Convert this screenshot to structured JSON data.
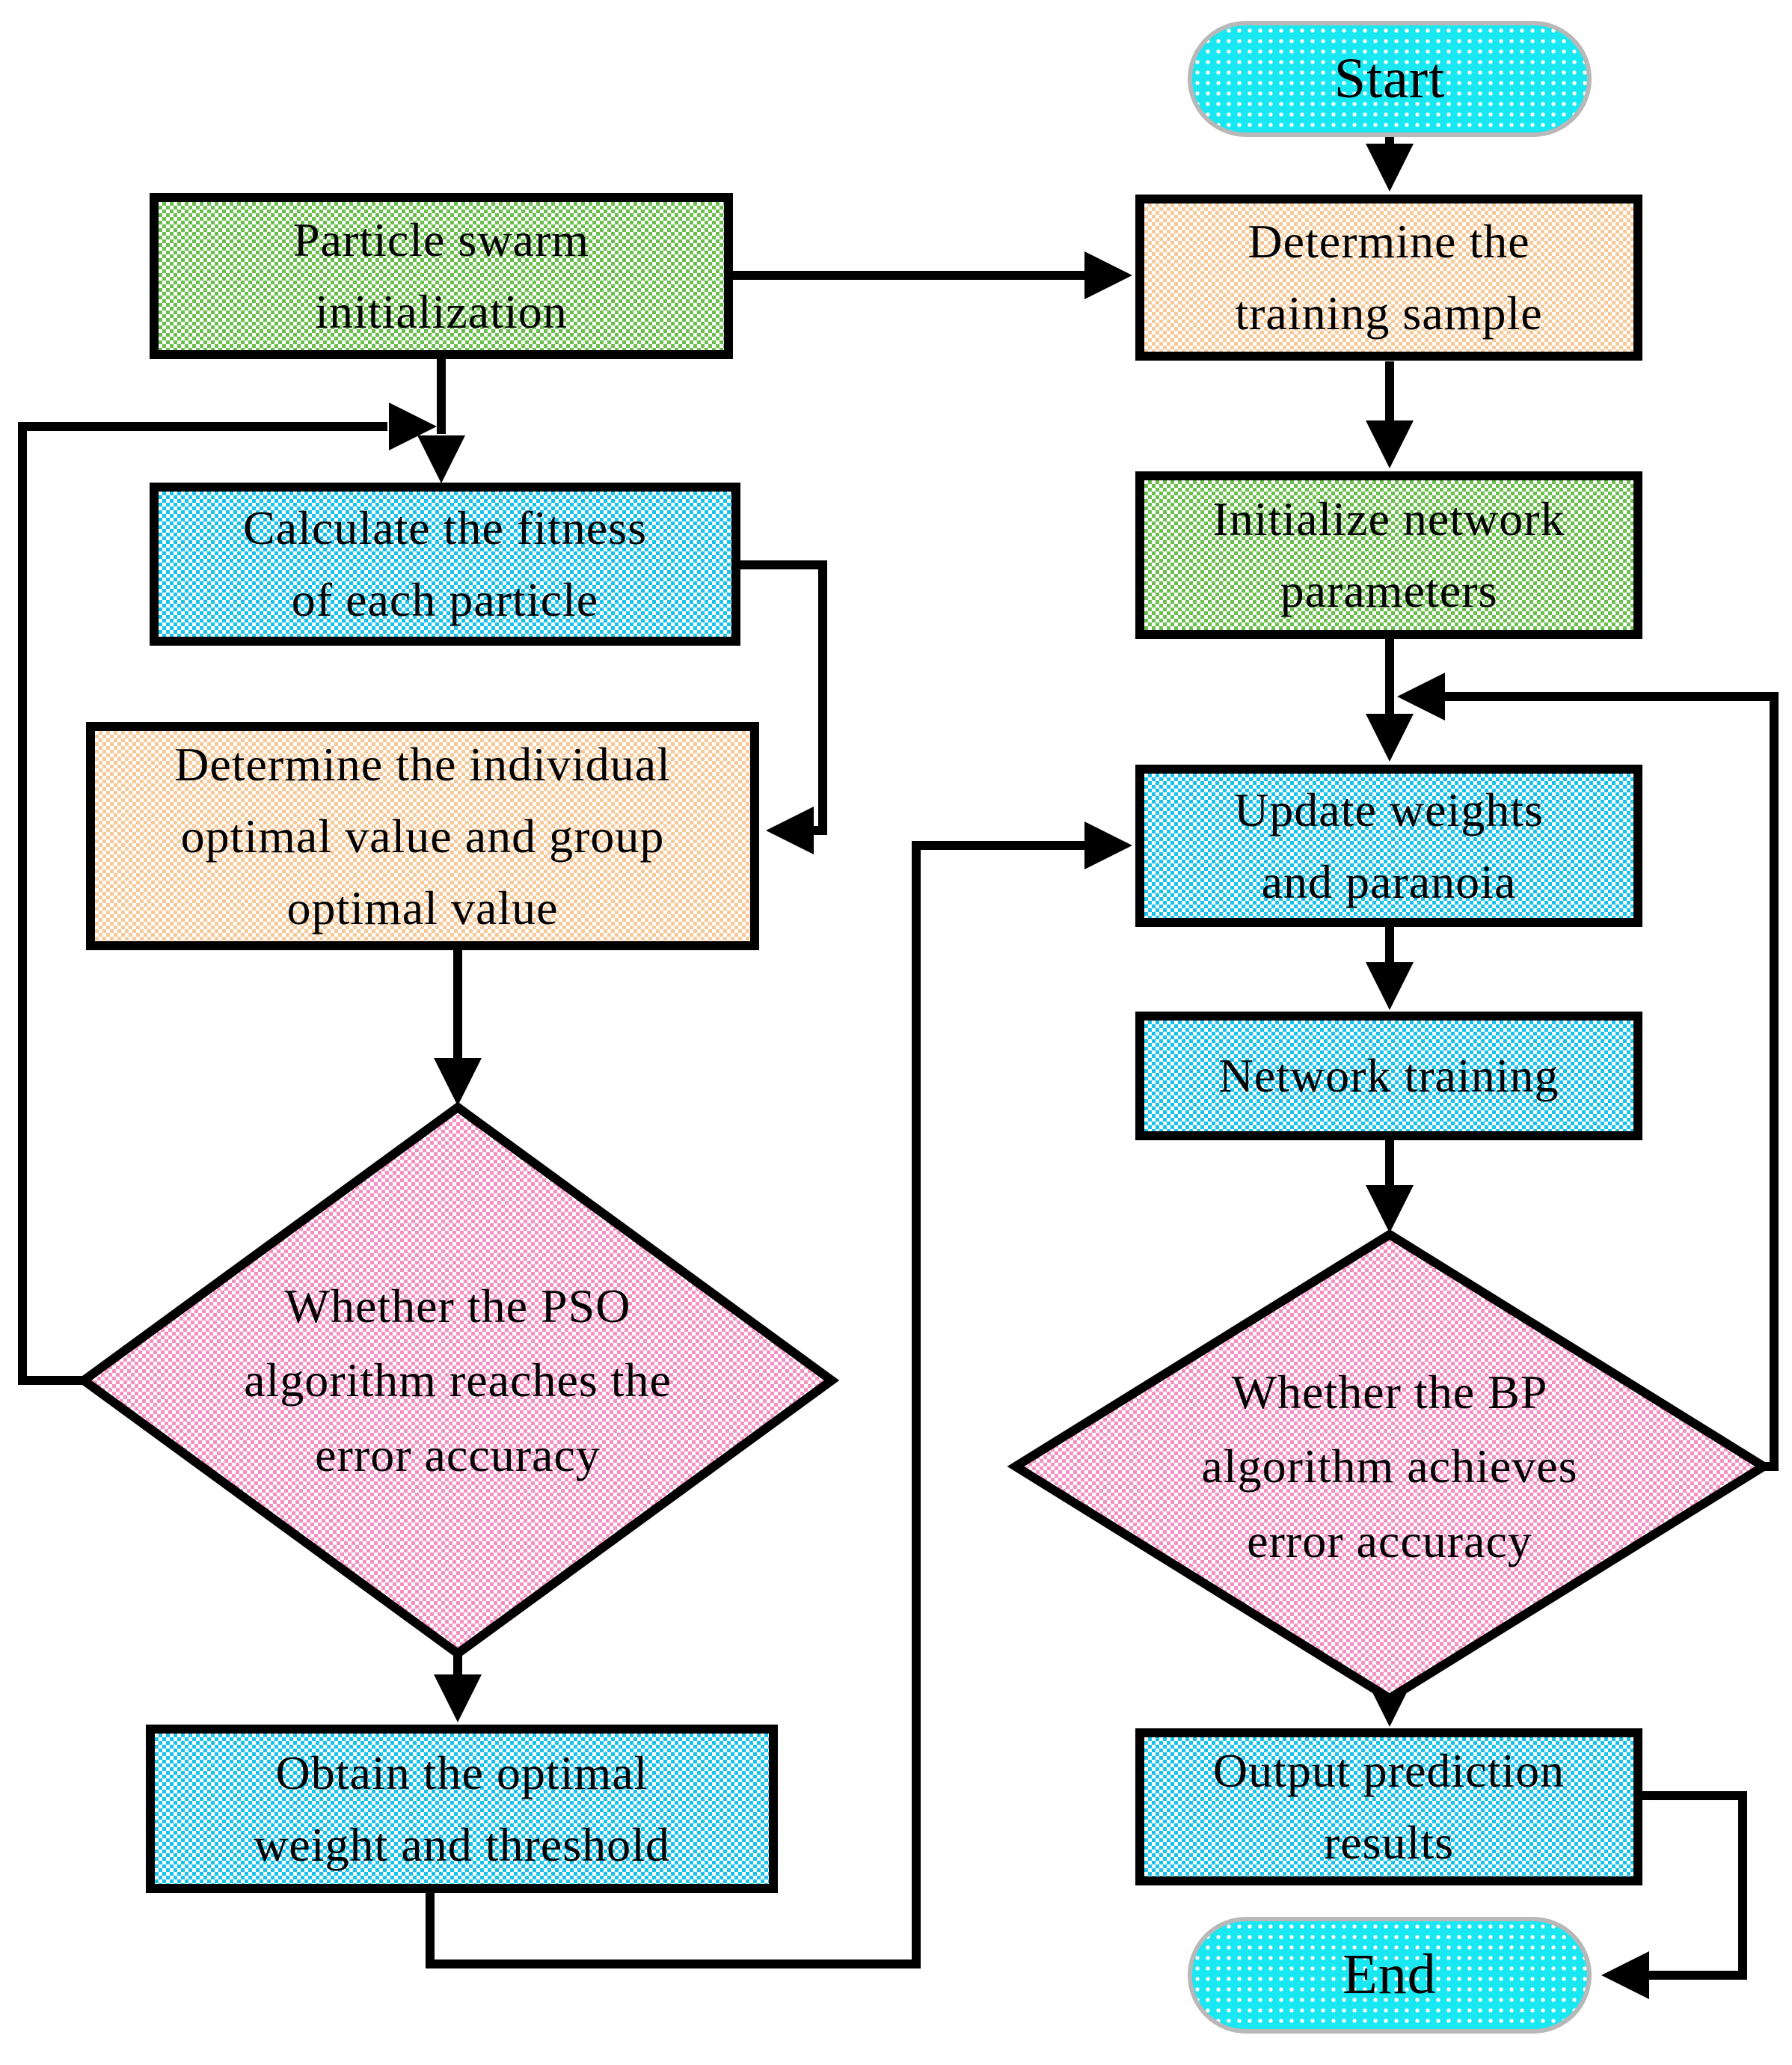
{
  "nodes": {
    "start": {
      "label": "Start",
      "type": "terminator"
    },
    "particle_swarm_init": {
      "label": "Particle swarm\ninitialization",
      "type": "process"
    },
    "determine_training_sample": {
      "label": "Determine the\ntraining sample",
      "type": "process"
    },
    "initialize_network_parameters": {
      "label": "Initialize network\nparameters",
      "type": "process"
    },
    "calculate_fitness": {
      "label": "Calculate the fitness\nof each particle",
      "type": "process"
    },
    "determine_optimal_values": {
      "label": "Determine the individual\noptimal value and group\noptimal value",
      "type": "process"
    },
    "pso_error_check": {
      "label": "Whether the PSO\nalgorithm reaches the\nerror accuracy",
      "type": "decision"
    },
    "update_weights": {
      "label": "Update weights\nand paranoia",
      "type": "process"
    },
    "network_training": {
      "label": "Network training",
      "type": "process"
    },
    "obtain_optimal_weight": {
      "label": "Obtain the optimal\nweight and threshold",
      "type": "process"
    },
    "bp_error_check": {
      "label": "Whether the BP\nalgorithm achieves\nerror accuracy",
      "type": "decision"
    },
    "output_prediction": {
      "label": "Output prediction\nresults",
      "type": "process"
    },
    "end": {
      "label": "End",
      "type": "terminator"
    }
  },
  "colors": {
    "line": "#000000",
    "terminator_fill": "#19e8f2",
    "terminator_border": "#b8b8b8",
    "process_green": "#6abf4c",
    "process_orange": "#f8c998",
    "process_blue": "#17c2ec",
    "decision_pink": "#f590c2"
  }
}
